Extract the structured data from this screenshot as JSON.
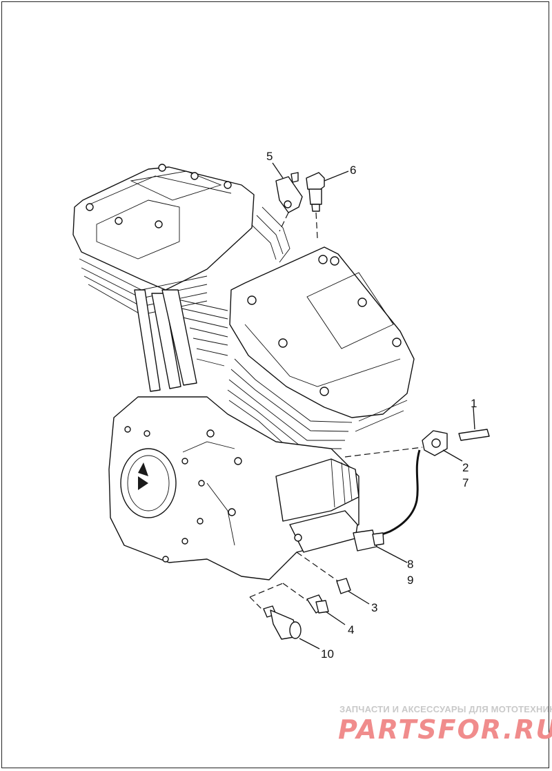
{
  "callouts": [
    {
      "id": "1",
      "text": "1"
    },
    {
      "id": "2",
      "text": "2"
    },
    {
      "id": "7",
      "text": "7"
    },
    {
      "id": "3",
      "text": "3"
    },
    {
      "id": "4",
      "text": "4"
    },
    {
      "id": "5",
      "text": "5"
    },
    {
      "id": "6",
      "text": "6"
    },
    {
      "id": "8",
      "text": "8"
    },
    {
      "id": "9",
      "text": "9"
    },
    {
      "id": "10",
      "text": "10"
    }
  ],
  "watermark": {
    "tagline": "ЗАПЧАСТИ И АКСЕССУАРЫ ДЛЯ МОТОТЕХНИКИ",
    "brand": "PARTSFOR.RU"
  }
}
